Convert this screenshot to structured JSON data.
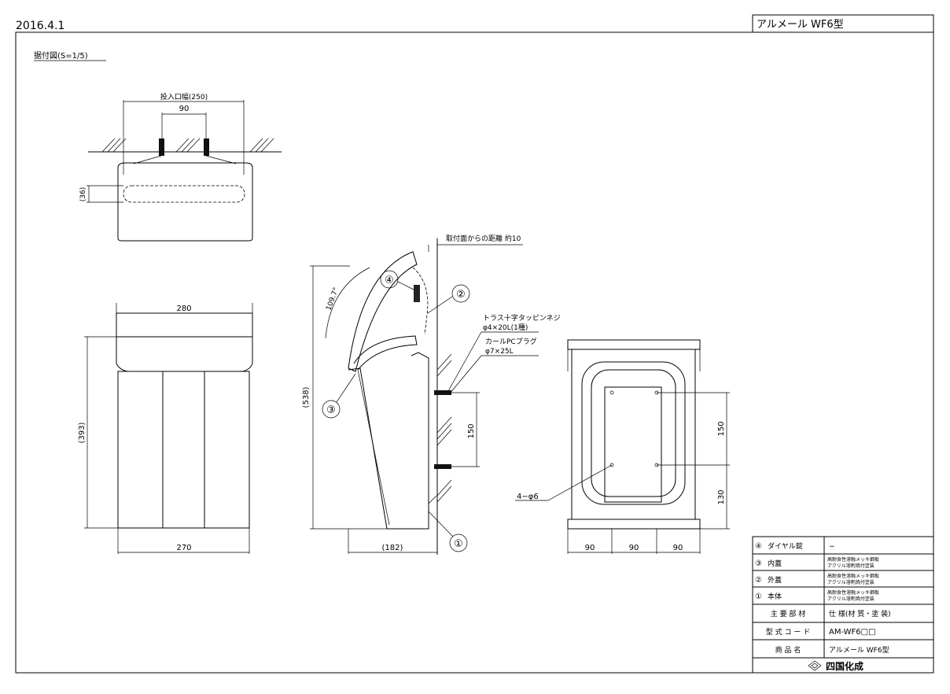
{
  "header": {
    "date": "2016.4.1",
    "title": "アルメール WF6型"
  },
  "section_label": "据付図(S=1/5)",
  "top_view": {
    "overall_width": "投入口幅(250)",
    "pitch": "90",
    "opening_height": "(36)"
  },
  "front_view": {
    "width_top": "280",
    "width_bottom": "270",
    "height": "(393)"
  },
  "side_view": {
    "open_angle": "109.7°",
    "height": "(538)",
    "depth": "(182)",
    "gap_note": "取付面からの距離 約10",
    "screw_name": "トラス十字タッピンネジ",
    "screw_size": "φ4×20L(1種)",
    "plug_name": "カールPCプラグ",
    "plug_size": "φ7×25L",
    "pitch_vertical": "150",
    "callouts": [
      "④",
      "②",
      "③",
      "①"
    ]
  },
  "rear_view": {
    "holes": "4−φ6",
    "dim_150": "150",
    "dim_130": "130",
    "dim_bottom": [
      "90",
      "90",
      "90"
    ]
  },
  "title_block": {
    "parts": [
      {
        "no": "④",
        "name": "ダイヤル錠",
        "spec1": "−",
        "spec2": ""
      },
      {
        "no": "③",
        "name": "内蓋",
        "spec1": "高耐食性溶融メッキ鋼板",
        "spec2": "アクリル溶剤焼付塗装"
      },
      {
        "no": "②",
        "name": "外蓋",
        "spec1": "高耐食性溶融メッキ鋼板",
        "spec2": "アクリル溶剤焼付塗装"
      },
      {
        "no": "①",
        "name": "本体",
        "spec1": "高耐食性溶融メッキ鋼板",
        "spec2": "アクリル溶剤焼付塗装"
      }
    ],
    "header_left": "主 要 部 材",
    "header_right": "仕 様(材 質・塗 装)",
    "code_label": "型 式 コ ー ド",
    "code_value": "AM-WF6□□",
    "product_label": "商 品 名",
    "product_value": "アルメール WF6型",
    "company": "四国化成"
  }
}
